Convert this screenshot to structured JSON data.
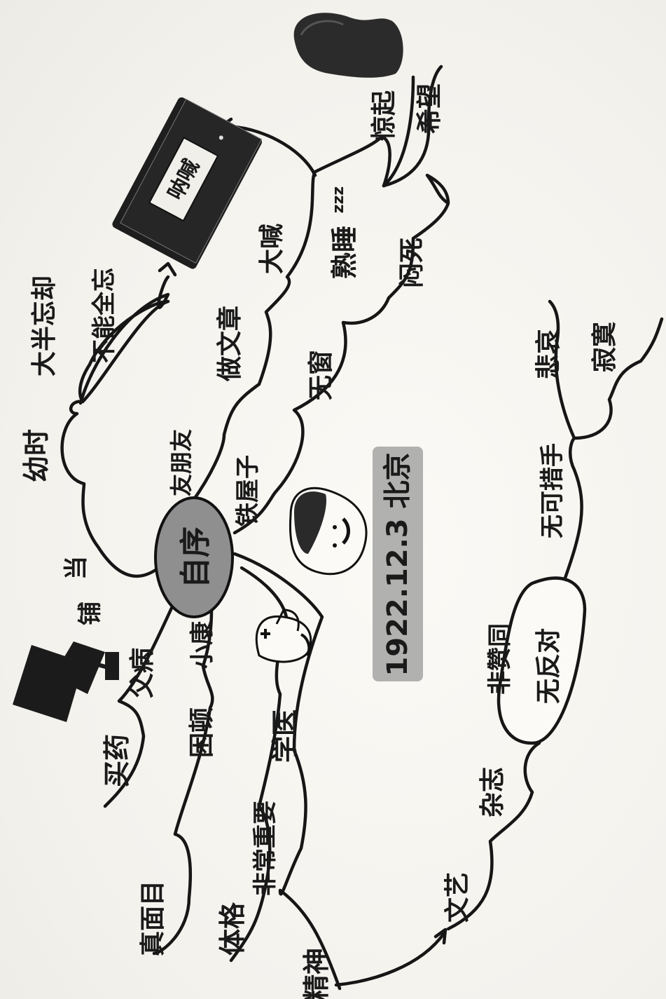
{
  "center": {
    "label": "自序"
  },
  "date_banner": {
    "text": "1922.12.3 北京"
  },
  "book": {
    "title": "呐喊"
  },
  "labels": {
    "youshi": "幼时",
    "dabanwangque": "大半忘却",
    "bunengquanwang": "不能全忘",
    "zuowenzhang": "做文章",
    "dahan": "大喊",
    "shushui": "熟睡",
    "zzz": "zzz",
    "jingqi": "惊起",
    "xiwang": "希望",
    "menside": "闷死",
    "wuchuang": "无窗",
    "tiewuzi": "铁屋子",
    "youpengyou": "友朋友",
    "dang": "当",
    "pu": "铺",
    "fuqin": "父病",
    "xiaokang": "小康",
    "maiyao": "买药",
    "kunduan": "困顿",
    "xueyi": "学医",
    "zhenmianmu": "真面目",
    "feichangzhongyao": "非常重要",
    "tige": "体格",
    "jingshen": "精神",
    "wenyi": "文艺",
    "zazhi": "杂志",
    "feizantong": "非赞同",
    "wufandui": "无反对",
    "wukecuoshou": "无可措手",
    "beiai": "悲哀",
    "jimo": "寂寞"
  },
  "icons": {
    "graduation_cap": "graduation-cap-icon",
    "nurse": "nurse-icon",
    "lu_xun_face": "face-icon",
    "person_head": "head-icon",
    "book": "book-icon"
  },
  "colors": {
    "ink": "#161616",
    "center_fill": "#8f8f8f",
    "banner_fill": "#a8a8a8",
    "paper": "#f6f5f1"
  }
}
